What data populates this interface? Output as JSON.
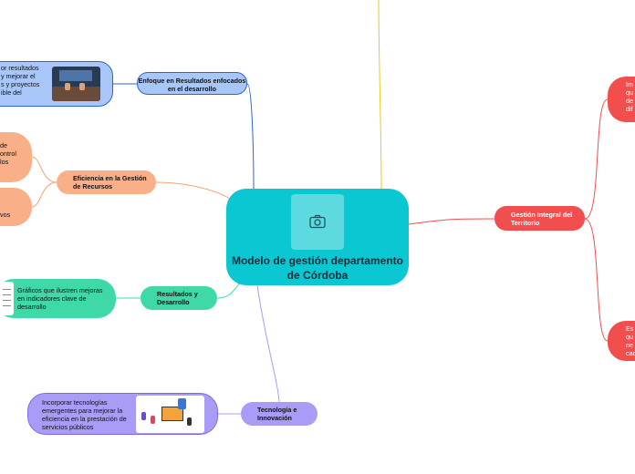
{
  "central": {
    "title": "Modelo de gestión departamento de Córdoba",
    "icon": "camera-icon"
  },
  "branches": {
    "enfoque": {
      "label": "Enfoque en Resultados enfocados en el desarrollo",
      "detail_lines": [
        "or resultados",
        "y mejorar el",
        "s y proyectos",
        "ible del"
      ]
    },
    "eficiencia": {
      "label": "Eficiencia en la Gestión de Recursos",
      "top_lines": [
        "de",
        "ontrol",
        "los"
      ],
      "bottom_lines": [
        "",
        "vos"
      ]
    },
    "resultados": {
      "label": "Resultados y Desarrollo",
      "detail": "Gráficos que ilustren mejoras en indicadores clave de desarrollo"
    },
    "tecnologia": {
      "label": "Tecnología e Innovación",
      "detail": "Incorporar tecnologías emergentes para mejorar la eficiencia en la prestación de servicios públicos"
    },
    "gestion": {
      "label": "Gestión Integral del Territorio",
      "top_lines": [
        "Im",
        "qu",
        "de",
        "dif"
      ],
      "bottom_lines": [
        "Es",
        "qu",
        "ne",
        "cad"
      ]
    }
  },
  "colors": {
    "center": "#0bc7d1",
    "enfoque": "#a8c6f7",
    "eficiencia": "#f9b088",
    "resultados": "#3ed9a7",
    "tecnologia": "#a89cf7",
    "gestion": "#f24e4e"
  }
}
